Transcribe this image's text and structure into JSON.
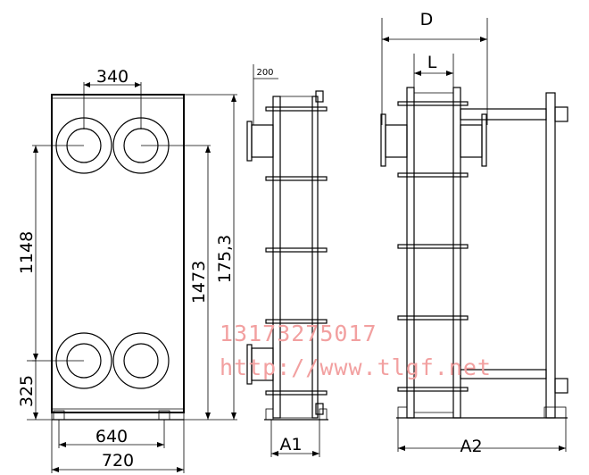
{
  "front_view": {
    "port_spacing": "340",
    "port_vertical_spacing": "1148",
    "frame_height_inner": "1473",
    "frame_height_outer": "175,3",
    "bottom_offset": "325",
    "width_inner": "640",
    "width_outer": "720"
  },
  "side_view_a1": {
    "flange_width": "200",
    "label": "A1"
  },
  "side_view_a2": {
    "overall_depth": "D",
    "plate_pack_length": "L",
    "label": "A2"
  },
  "watermark": {
    "phone": "13173275017",
    "url": "http://www.tlgf.net",
    "color": "#f2a0a0"
  }
}
